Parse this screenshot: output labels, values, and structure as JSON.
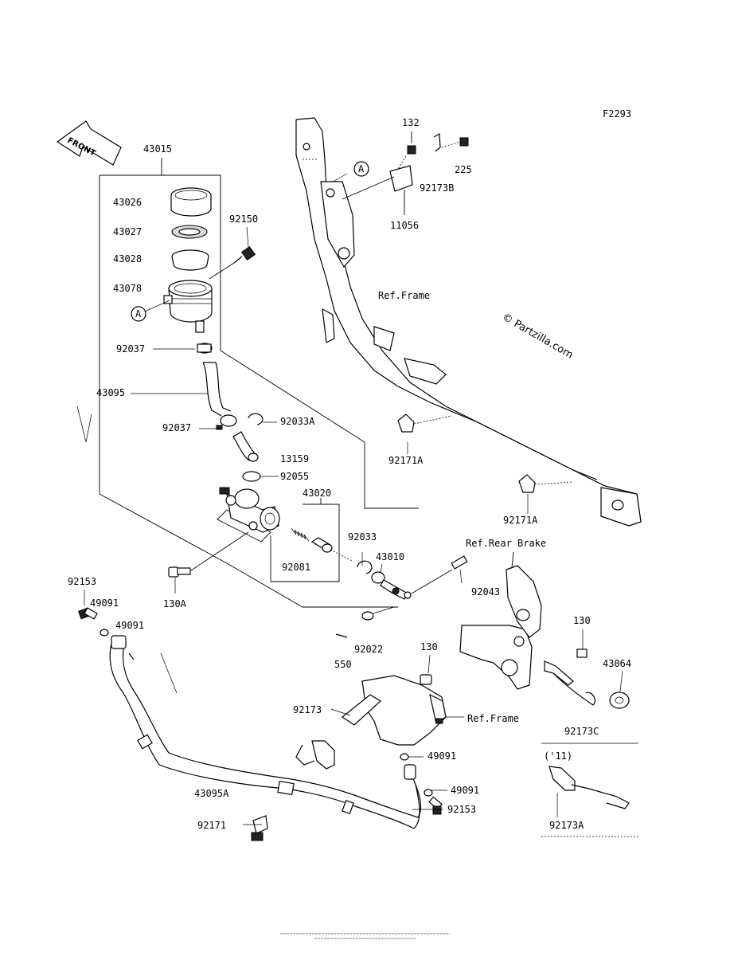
{
  "figure_code": "F2293",
  "front_label": "FRONT",
  "watermark": "© Partzilla.com",
  "labels": {
    "p43015": "43015",
    "p43026": "43026",
    "p43027": "43027",
    "p43028": "43028",
    "p43078": "43078",
    "p92150": "92150",
    "p92037a": "92037",
    "p43095": "43095",
    "p92037b": "92037",
    "p92033A": "92033A",
    "p13159": "13159",
    "p92055": "92055",
    "p43020": "43020",
    "p92033": "92033",
    "p43010": "43010",
    "p92081": "92081",
    "p130A": "130A",
    "p92153a": "92153",
    "p49091a": "49091",
    "p49091b": "49091",
    "p92022": "92022",
    "p550": "550",
    "p92043": "92043",
    "p130a": "130",
    "p130b": "130",
    "p43064": "43064",
    "p92173": "92173",
    "p49091c": "49091",
    "p49091d": "49091",
    "p92153b": "92153",
    "p43095A": "43095A",
    "p92171": "92171",
    "p92173C": "92173C",
    "p92173A": "92173A",
    "p132": "132",
    "p225": "225",
    "p92173B": "92173B",
    "p11056": "11056",
    "p92171Aa": "92171A",
    "p92171Ab": "92171A",
    "refA1": "A",
    "refA2": "A"
  },
  "references": {
    "ref_frame_top": "Ref.Frame",
    "ref_frame_bottom": "Ref.Frame",
    "ref_rear_brake": "Ref.Rear Brake"
  },
  "inset": {
    "note": "('11)"
  }
}
